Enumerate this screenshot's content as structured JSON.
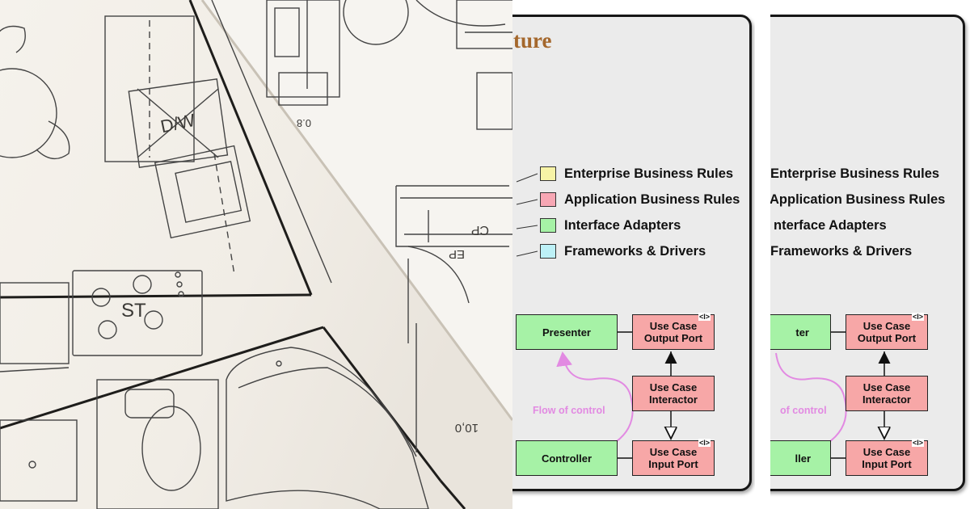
{
  "photo": {
    "labels": [
      "D/W",
      "ST",
      "CP",
      "EP",
      "0.8",
      "10,0"
    ]
  },
  "slide": {
    "title_fragment": "ture",
    "legend": [
      {
        "label": "Enterprise Business Rules",
        "color": "#f7f3a6"
      },
      {
        "label": "Application Business Rules",
        "color": "#f7a7b4"
      },
      {
        "label": "Interface Adapters",
        "color": "#a6f2a6"
      },
      {
        "label": "Frameworks & Drivers",
        "color": "#bdf1f7"
      }
    ],
    "boxes": {
      "presenter": "Presenter",
      "controller": "Controller",
      "output_port": "Use Case\nOutput Port",
      "interactor": "Use Case\nInteractor",
      "input_port": "Use Case\nInput Port"
    },
    "flow_label": "Flow of control"
  },
  "slide_b": {
    "legend": [
      "Enterprise Business Rules",
      "Application Business Rules",
      "nterface Adapters",
      "Frameworks & Drivers"
    ],
    "presenter_fragment": "ter",
    "controller_fragment": "ller",
    "flow_fragment": "of control"
  },
  "colors": {
    "panel_bg": "#ebebeb",
    "title": "#a4672c",
    "flow": "#e28ae2"
  }
}
